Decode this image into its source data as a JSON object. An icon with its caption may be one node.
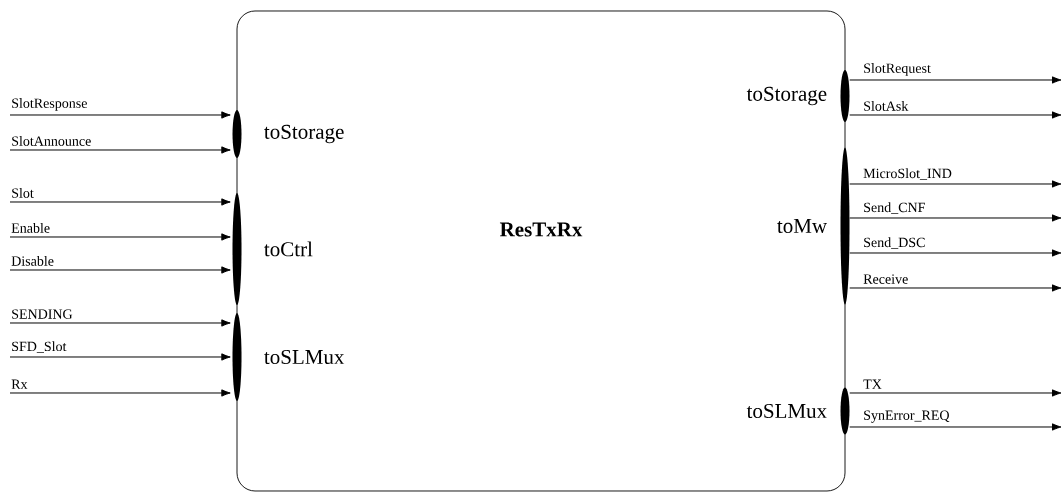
{
  "diagram": {
    "nodes": [
      {
        "text": [
          "ResTxRx"
        ]
      },
      {
        "text": [
          "toStorage"
        ]
      },
      {
        "text": [
          "toCtrl"
        ]
      },
      {
        "text": [
          "toSLMux"
        ]
      },
      {
        "text": [
          "toStorage"
        ]
      },
      {
        "text": [
          "toMw"
        ]
      },
      {
        "text": [
          "toSLMux"
        ]
      }
    ],
    "edges": [
      {
        "from": null,
        "to": 1,
        "arrow": "to",
        "label": "SlotResponse"
      },
      {
        "from": null,
        "to": 1,
        "arrow": "to",
        "label": "SlotAnnounce"
      },
      {
        "from": null,
        "to": 2,
        "arrow": "to",
        "label": "Slot"
      },
      {
        "from": null,
        "to": 2,
        "arrow": "to",
        "label": "Enable"
      },
      {
        "from": null,
        "to": 2,
        "arrow": "to",
        "label": "Disable"
      },
      {
        "from": null,
        "to": 3,
        "arrow": "to",
        "label": "SENDING"
      },
      {
        "from": null,
        "to": 3,
        "arrow": "to",
        "label": "SFD_Slot"
      },
      {
        "from": null,
        "to": 3,
        "arrow": "to",
        "label": "Rx"
      },
      {
        "from": 4,
        "to": null,
        "arrow": "to",
        "label": "SlotRequest"
      },
      {
        "from": 4,
        "to": null,
        "arrow": "to",
        "label": "SlotAsk"
      },
      {
        "from": 5,
        "to": null,
        "arrow": "to",
        "label": "MicroSlot_IND"
      },
      {
        "from": 5,
        "to": null,
        "arrow": "to",
        "label": "Send_CNF"
      },
      {
        "from": 5,
        "to": null,
        "arrow": "to",
        "label": "Send_DSC"
      },
      {
        "from": 5,
        "to": null,
        "arrow": "to",
        "label": "Receive"
      },
      {
        "from": 6,
        "to": null,
        "arrow": "to",
        "label": "TX"
      },
      {
        "from": 6,
        "to": null,
        "arrow": "to",
        "label": "SynError_REQ"
      }
    ]
  }
}
